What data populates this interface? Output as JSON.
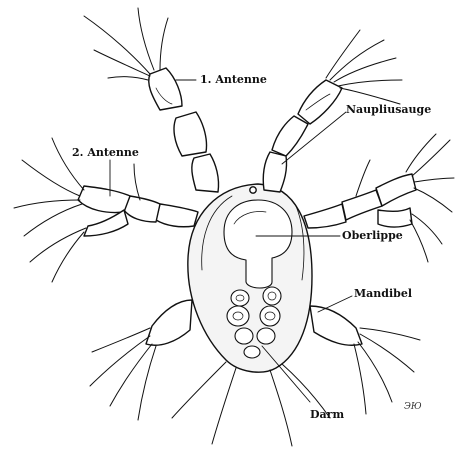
{
  "labels": {
    "antenna1": "1. Antenne",
    "antenna2": "2. Antenne",
    "nauplius_eye": "Naupliusauge",
    "labrum": "Oberlippe",
    "mandible": "Mandibel",
    "gut": "Darm"
  },
  "signature": "ЭЮ",
  "colors": {
    "ink": "#111111",
    "paper": "#ffffff"
  }
}
